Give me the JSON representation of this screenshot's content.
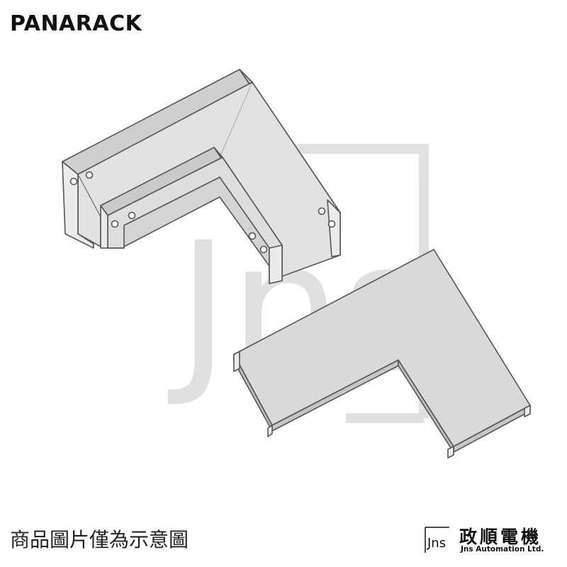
{
  "header": {
    "brand": "PANARACK"
  },
  "watermark": {
    "text": "Jns"
  },
  "product": {
    "elbow_tray": "tray-elbow-icon",
    "elbow_cover": "tray-cover-icon"
  },
  "footer": {
    "disclaimer": "商品圖片僅為示意圖",
    "logo_mark": "Jns",
    "company_cn": "政順電機",
    "company_en": "Jns Automation Ltd."
  },
  "colors": {
    "metal_fill": "#d9d9d9",
    "metal_line": "#555555",
    "watermark": "#c8c8c8",
    "text": "#111111"
  }
}
